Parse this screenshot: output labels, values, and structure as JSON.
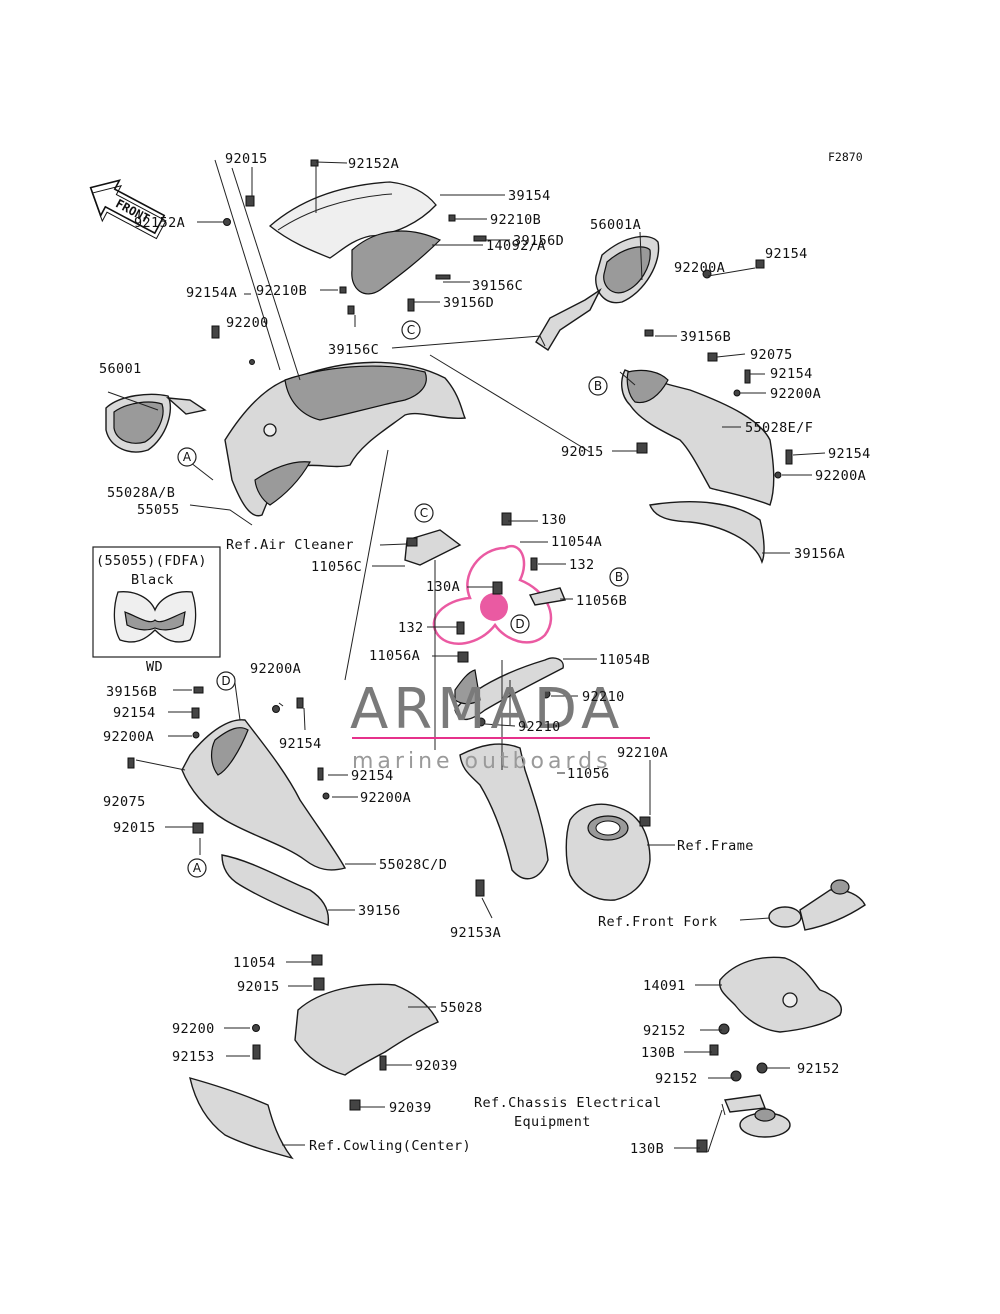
{
  "figure_code": "F2870",
  "front_arrow": "FRONT",
  "inset": {
    "title": "(55055)(FDFA)",
    "color": "Black",
    "code": "WD"
  },
  "watermark": {
    "brand": "ARMADA",
    "tagline": "marine outboards",
    "logo_color": "#e6318b"
  },
  "ref_circles": [
    "A",
    "B",
    "C",
    "D"
  ],
  "labels": [
    "92015",
    "92152A",
    "39154",
    "92210B",
    "14092/A",
    "39156D",
    "39156C",
    "39156D",
    "92152A",
    "92154A",
    "92210B",
    "92200",
    "39156C",
    "56001A",
    "92200A",
    "92154",
    "39156B",
    "92075",
    "92154",
    "92200A",
    "56001",
    "55028E/F",
    "92015",
    "92154",
    "92200A",
    "55028A/B",
    "55055",
    "39156A",
    "130",
    "Ref.Air Cleaner",
    "11054A",
    "11056C",
    "132",
    "130A",
    "11056B",
    "132",
    "11054B",
    "11056A",
    "92200A",
    "39156B",
    "92154",
    "92210",
    "92200A",
    "92154",
    "92210",
    "92075",
    "92154",
    "11056",
    "92210A",
    "92200A",
    "92015",
    "Ref.Frame",
    "55028C/D",
    "39156",
    "92153A",
    "Ref.Front Fork",
    "11054",
    "92015",
    "55028",
    "14091",
    "92200",
    "92039",
    "92153",
    "92152",
    "130B",
    "92152",
    "92152",
    "Ref.Chassis Electrical",
    "Equipment",
    "92039",
    "Ref.Cowling(Center)",
    "130B"
  ]
}
